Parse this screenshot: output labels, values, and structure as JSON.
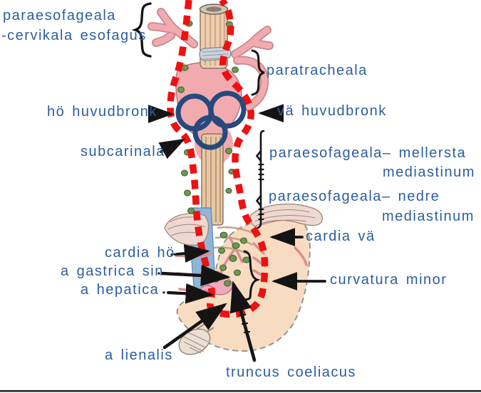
{
  "diagram": {
    "description": "Anatomical diagram of esophageal lymph node stations (Swedish labels)",
    "labels": {
      "paraesofageala_line1": "paraesofageala",
      "paraesofageala_line2": "-cervikala esofagus",
      "paratracheala": "paratracheala",
      "ho_huvudbronk": "hö huvudbronk",
      "va_huvudbronk": "vä huvudbronk",
      "subcarinala": "subcarinala",
      "paraesofageala_mellersta": "paraesofageala– mellersta",
      "mediastinum_1": "mediastinum",
      "paraesofageala_nedre": "paraesofageala– nedre",
      "mediastinum_2": "mediastinum",
      "cardia_va": "cardia vä",
      "cardia_ho": "cardia hö",
      "a_gastrica_sin": "a gastrica sin",
      "a_hepatica": "a hepatica",
      "curvatura_minor": "curvatura minor",
      "a_lienalis": "a lienalis",
      "truncus_coeliacus": "truncus coeliacus"
    },
    "colors": {
      "label_text": "#2c5e9e",
      "dashed_lymph_region": "#ee1111",
      "bronchus_rings": "#27497e",
      "annotation_black": "#141414",
      "tissue_pink": "#f1abaf",
      "stomach_fill": "#f8dcc2",
      "vein_blue": "#8fb6d9",
      "lymph_node_green": "#6d9850"
    }
  }
}
